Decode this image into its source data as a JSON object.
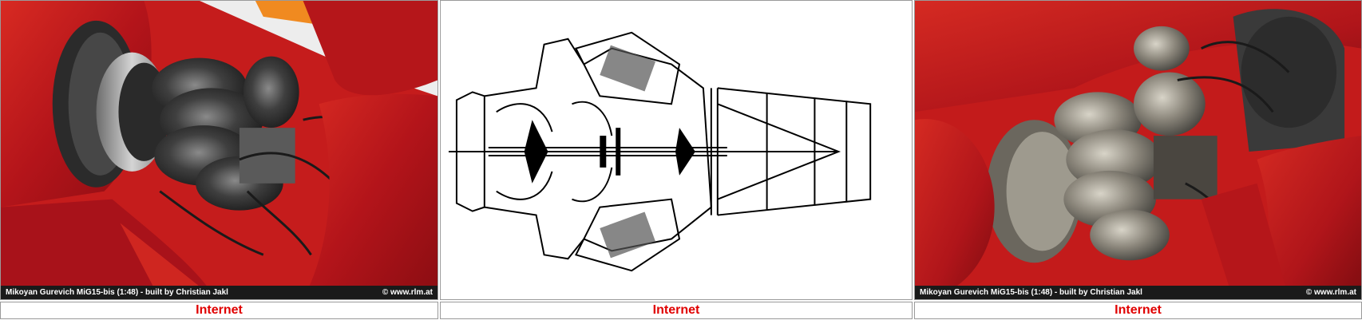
{
  "gallery": {
    "items": [
      {
        "type": "photo",
        "watermark_left": "Mikoyan Gurevich MiG15-bis  (1:48) - built by Christian Jakl",
        "watermark_right": "© www.rlm.at",
        "caption": "Internet"
      },
      {
        "type": "line-drawing",
        "caption": "Internet"
      },
      {
        "type": "photo",
        "watermark_left": "Mikoyan Gurevich MiG15-bis  (1:48) - built by Christian Jakl",
        "watermark_right": "© www.rlm.at",
        "caption": "Internet"
      }
    ]
  },
  "colors": {
    "caption_text": "#e00000",
    "border": "#9a9a9a",
    "fuselage_red": "#c21b1b",
    "engine_metal": "#4a4a4a"
  }
}
